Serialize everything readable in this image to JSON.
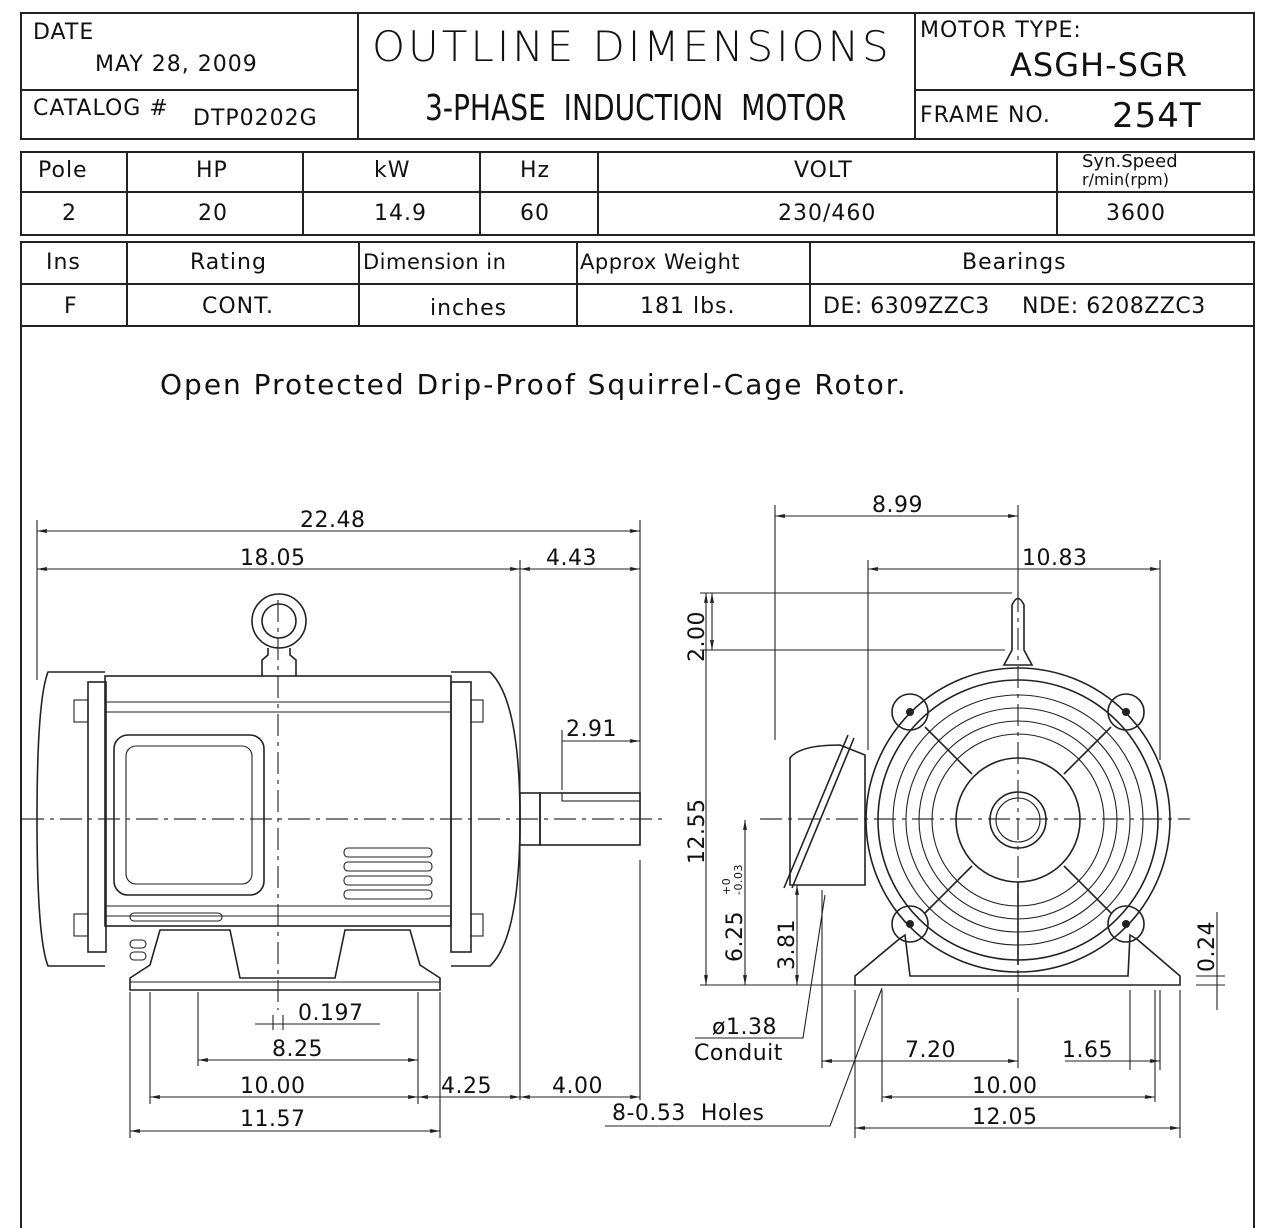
{
  "title_block": {
    "date_label": "DATE",
    "date_value": "MAY 28, 2009",
    "catalog_label": "CATALOG #",
    "catalog_value": "DTP0202G",
    "title_line1": "OUTLINE DIMENSIONS",
    "title_line2": "3-PHASE  INDUCTION  MOTOR",
    "motor_type_label": "MOTOR TYPE:",
    "motor_type_value": "ASGH-SGR",
    "frame_label": "FRAME NO.",
    "frame_value": "254T"
  },
  "specs_table_1": {
    "headers": [
      "Pole",
      "HP",
      "kW",
      "Hz",
      "VOLT",
      "Syn.Speed",
      "r/min(rpm)"
    ],
    "values": [
      "2",
      "20",
      "14.9",
      "60",
      "230/460",
      "3600"
    ]
  },
  "specs_table_2": {
    "headers": [
      "Ins",
      "Rating",
      "Dimension in",
      "Approx Weight",
      "Bearings"
    ],
    "values": [
      "F",
      "CONT.",
      "inches",
      "181 lbs.",
      "DE: 6309ZZC3",
      "NDE: 6208ZZC3"
    ]
  },
  "description": "Open Protected Drip-Proof Squirrel-Cage Rotor.",
  "side_view": {
    "overall_length": "22.48",
    "body_length": "18.05",
    "shaft_extension": "4.43",
    "keyway_length": "2.91",
    "offset": "0.197",
    "foot_hole_span": "8.25",
    "foot_span": "10.00",
    "to_shaft_shoulder": "4.25",
    "shaft_length": "4.00",
    "base_length": "11.57"
  },
  "front_view": {
    "half_width_to_box": "8.99",
    "overall_width": "10.83",
    "eyebolt_height": "2.00",
    "overall_height": "12.55",
    "shaft_height": "6.25",
    "tolerance_plus": "+0",
    "tolerance_minus": "-0.03",
    "conduit_height": "3.81",
    "foot_thickness": "0.24",
    "conduit_diameter": "ø1.38",
    "conduit_label": "Conduit",
    "conduit_offset": "7.20",
    "foot_edge": "1.65",
    "hole_span": "10.00",
    "base_width": "12.05",
    "holes_label": "8-0.53  Holes"
  }
}
